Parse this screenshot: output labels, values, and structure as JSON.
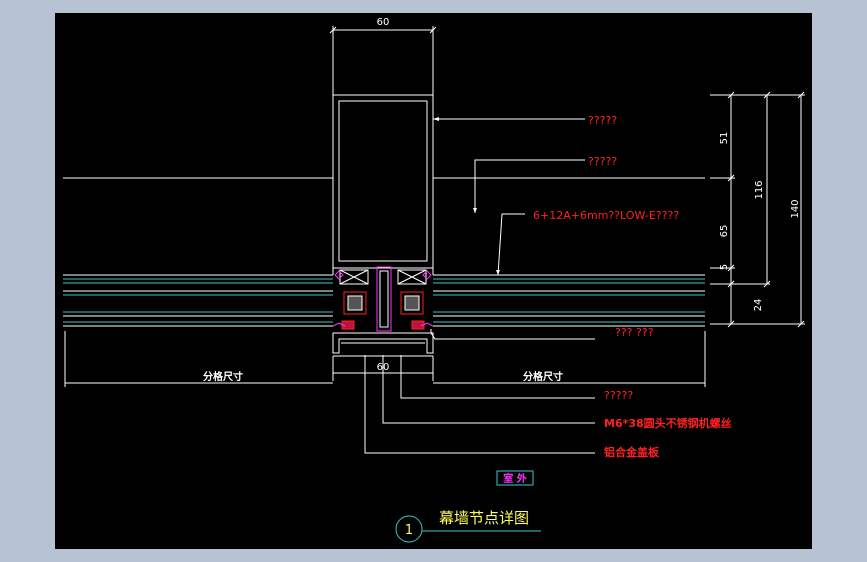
{
  "colors": {
    "background": "#000000",
    "outer": "#b7c2d2",
    "line_white": "#ffffff",
    "line_cyan": "#3ec8c8",
    "line_red": "#ff2020",
    "line_magenta": "#ff33ff",
    "gasket": "#c01040",
    "title_yellow": "#ffff55"
  },
  "dimensions": {
    "top_width": "60",
    "bottom_width": "60",
    "right_51": "51",
    "right_65": "65",
    "right_5": "5",
    "right_24": "24",
    "right_116": "116",
    "right_140": "140",
    "grid_left": "分格尺寸",
    "grid_right": "分格尺寸"
  },
  "callouts": {
    "c1": "?????",
    "c2": "?????",
    "glass": "6+12A+6mm??LOW-E????",
    "c4": "???  ???",
    "c5": "?????",
    "screw": "M6*38圆头不锈钢机螺丝",
    "cover": "铝合金盖板"
  },
  "labels": {
    "exterior": "室 外",
    "detail_number": "1",
    "title": "幕墙节点详图"
  },
  "icons": {
    "detail_marker": "circle-marker-icon"
  }
}
